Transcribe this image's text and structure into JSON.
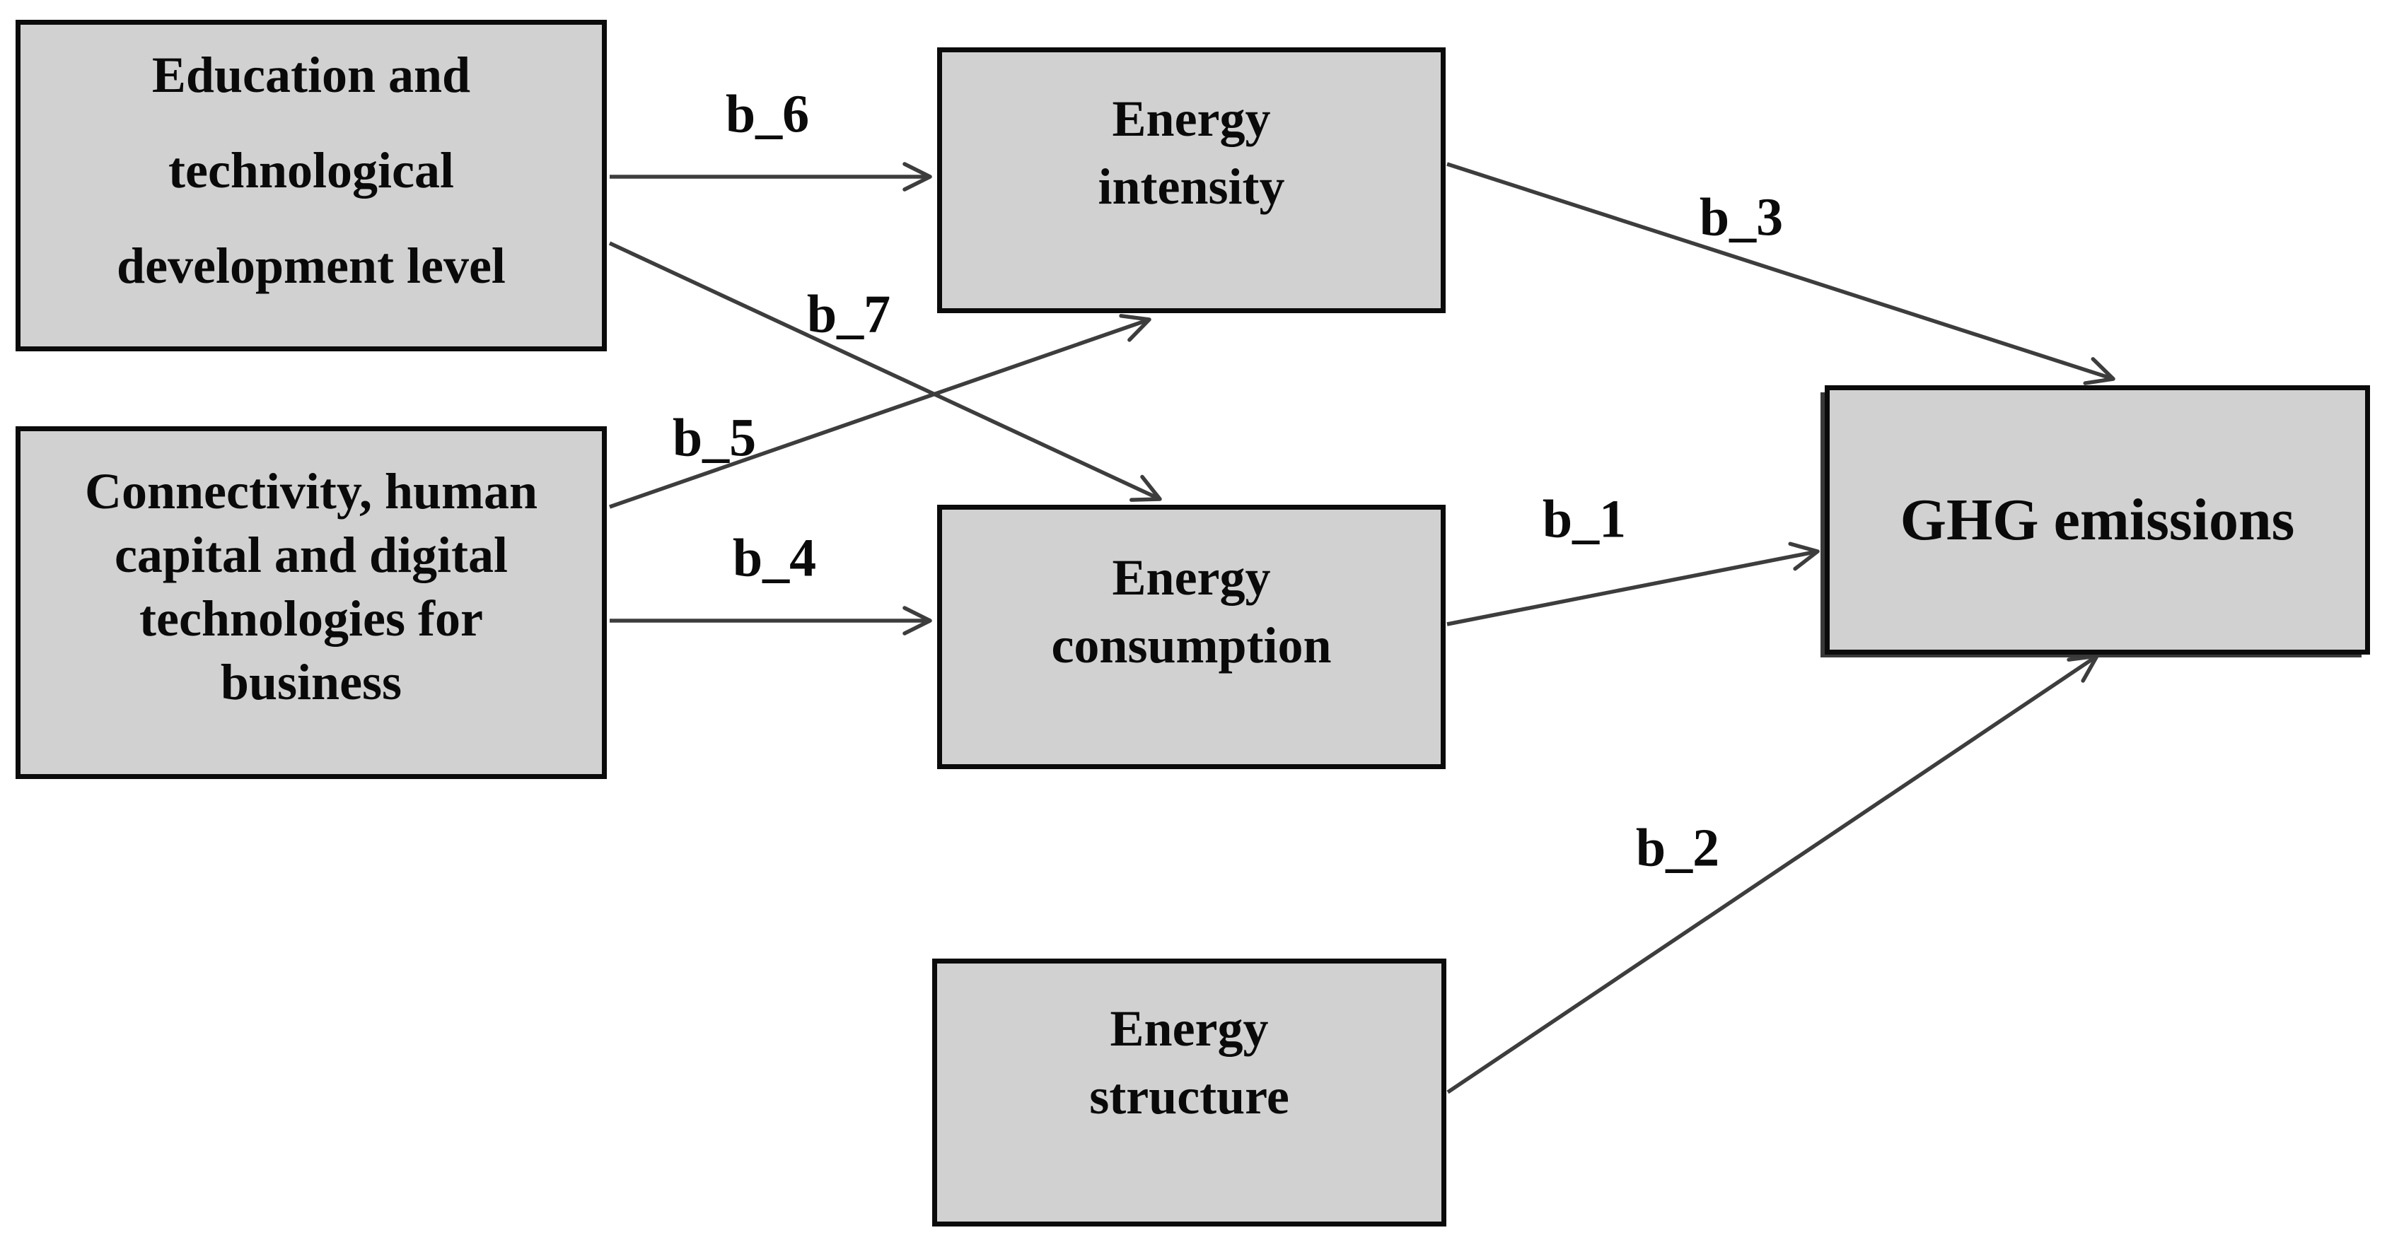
{
  "diagram": {
    "background_color": "#ffffff",
    "node_fill_color": "#d1d1d1",
    "node_border_color": "#0b0b0b",
    "arrow_color": "#3d3d3d",
    "nodes": [
      {
        "id": "education",
        "lines": [
          "Education and",
          "technological",
          "development level"
        ]
      },
      {
        "id": "connectivity",
        "lines": [
          "Connectivity, human",
          "capital and digital",
          "technologies for",
          "business"
        ]
      },
      {
        "id": "energy-intensity",
        "lines": [
          "Energy",
          "intensity"
        ]
      },
      {
        "id": "energy-consumption",
        "lines": [
          "Energy",
          "consumption"
        ]
      },
      {
        "id": "energy-structure",
        "lines": [
          "Energy",
          "structure"
        ]
      },
      {
        "id": "ghg-emissions",
        "lines": [
          "GHG emissions"
        ]
      }
    ],
    "edges": [
      {
        "id": "b6",
        "label": "b_6",
        "from": "education",
        "to": "energy-intensity"
      },
      {
        "id": "b7",
        "label": "b_7",
        "from": "education",
        "to": "energy-consumption"
      },
      {
        "id": "b5",
        "label": "b_5",
        "from": "connectivity",
        "to": "energy-intensity"
      },
      {
        "id": "b4",
        "label": "b_4",
        "from": "connectivity",
        "to": "energy-consumption"
      },
      {
        "id": "b3",
        "label": "b_3",
        "from": "energy-intensity",
        "to": "ghg-emissions"
      },
      {
        "id": "b1",
        "label": "b_1",
        "from": "energy-consumption",
        "to": "ghg-emissions"
      },
      {
        "id": "b2",
        "label": "b_2",
        "from": "energy-structure",
        "to": "ghg-emissions"
      }
    ]
  }
}
